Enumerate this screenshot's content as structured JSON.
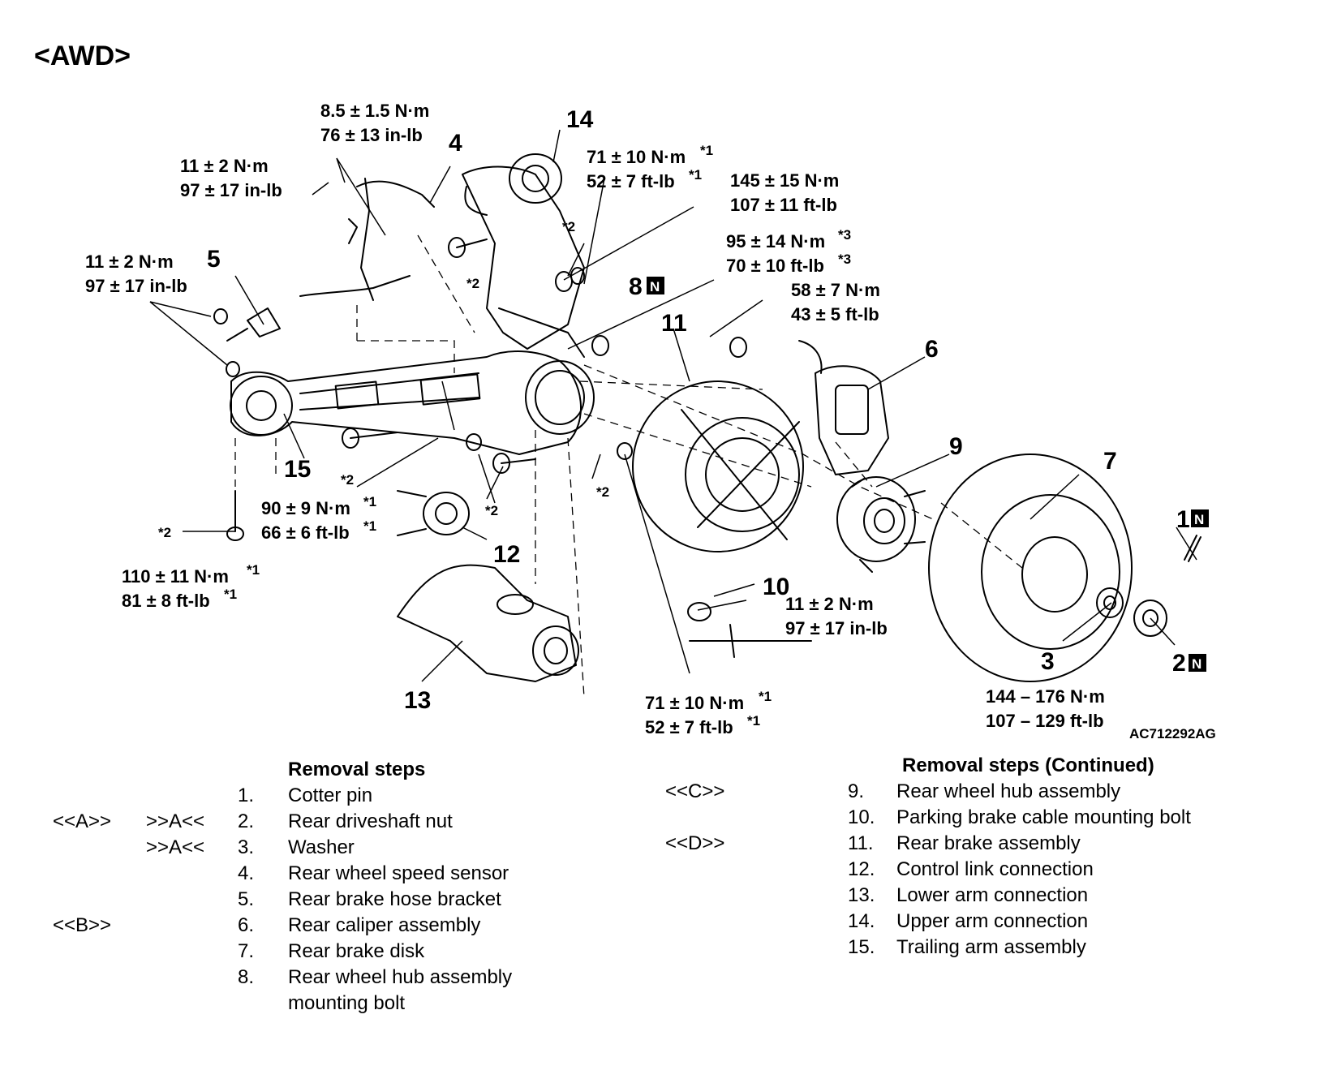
{
  "title": "<AWD>",
  "figure_code": "AC712292AG",
  "callouts": {
    "c1": "1",
    "c2": "2",
    "c3": "3",
    "c4": "4",
    "c5": "5",
    "c6": "6",
    "c7": "7",
    "c8": "8",
    "c9": "9",
    "c10": "10",
    "c11": "11",
    "c12": "12",
    "c13": "13",
    "c14": "14",
    "c15": "15",
    "n_mark": "N"
  },
  "torques": {
    "t_85_nm": "8.5 ± 1.5 N·m",
    "t_85_inlb": "76 ± 13 in-lb",
    "t_11a_nm": "11 ± 2 N·m",
    "t_11a_inlb": "97 ± 17 in-lb",
    "t_11b_nm": "11 ± 2 N·m",
    "t_11b_inlb": "97 ± 17 in-lb",
    "t_71a_nm": "71 ± 10 N·m",
    "t_71a_ftlb": "52 ± 7 ft-lb",
    "t_145_nm": "145 ± 15 N·m",
    "t_145_ftlb": "107 ± 11 ft-lb",
    "t_95_nm": "95 ± 14 N·m",
    "t_95_ftlb": "70 ± 10 ft-lb",
    "t_58_nm": "58 ± 7 N·m",
    "t_58_ftlb": "43 ± 5 ft-lb",
    "t_90_nm": "90 ± 9 N·m",
    "t_90_ftlb": "66 ± 6 ft-lb",
    "t_110_nm": "110 ± 11 N·m",
    "t_110_ftlb": "81 ± 8 ft-lb",
    "t_11c_nm": "11 ± 2 N·m",
    "t_11c_inlb": "97 ± 17 in-lb",
    "t_71b_nm": "71 ± 10 N·m",
    "t_71b_ftlb": "52 ± 7 ft-lb",
    "t_144_nm": "144 – 176 N·m",
    "t_144_ftlb": "107 – 129 ft-lb"
  },
  "marks": {
    "s1": "*1",
    "s2": "*2",
    "s3": "*3"
  },
  "left_steps": {
    "heading": "Removal steps",
    "items": [
      {
        "c1": "",
        "c2": "",
        "num": "1.",
        "label": "Cotter pin"
      },
      {
        "c1": "<<A>>",
        "c2": ">>A<<",
        "num": "2.",
        "label": "Rear driveshaft nut"
      },
      {
        "c1": "",
        "c2": ">>A<<",
        "num": "3.",
        "label": "Washer"
      },
      {
        "c1": "",
        "c2": "",
        "num": "4.",
        "label": "Rear wheel speed sensor"
      },
      {
        "c1": "",
        "c2": "",
        "num": "5.",
        "label": "Rear brake hose bracket"
      },
      {
        "c1": "<<B>>",
        "c2": "",
        "num": "6.",
        "label": "Rear caliper assembly"
      },
      {
        "c1": "",
        "c2": "",
        "num": "7.",
        "label": "Rear brake disk"
      },
      {
        "c1": "",
        "c2": "",
        "num": "8.",
        "label": "Rear wheel hub assembly",
        "label2": "mounting bolt"
      }
    ]
  },
  "right_steps": {
    "heading": "Removal steps (Continued)",
    "items": [
      {
        "c1": "<<C>>",
        "num": "9.",
        "label": "Rear wheel hub assembly"
      },
      {
        "c1": "",
        "num": "10.",
        "label": "Parking brake cable mounting bolt"
      },
      {
        "c1": "<<D>>",
        "num": "11.",
        "label": "Rear brake assembly"
      },
      {
        "c1": "",
        "num": "12.",
        "label": "Control link connection"
      },
      {
        "c1": "",
        "num": "13.",
        "label": "Lower arm connection"
      },
      {
        "c1": "",
        "num": "14.",
        "label": "Upper arm connection"
      },
      {
        "c1": "",
        "num": "15.",
        "label": "Trailing arm assembly"
      }
    ]
  }
}
